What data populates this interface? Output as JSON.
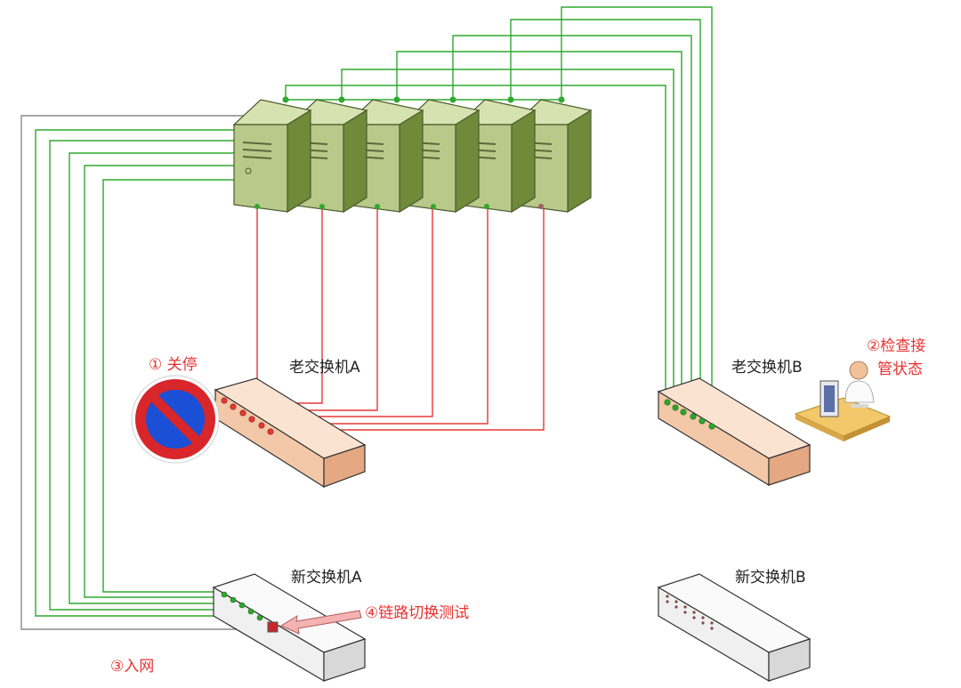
{
  "labels": {
    "old_switch_a": "老交换机A",
    "old_switch_b": "老交换机B",
    "new_switch_a": "新交换机A",
    "new_switch_b": "新交换机B"
  },
  "steps": {
    "step1": "① 关停",
    "step2_line1": "②检查接",
    "step2_line2": "管状态",
    "step3": "③入网",
    "step4": "④链路切换测试"
  },
  "colors": {
    "green_link": "#2ea82e",
    "red_link": "#e53935",
    "gray_link": "#8a8a8a",
    "server_face": "#b8c98a",
    "server_side": "#7f9a45",
    "old_switch": "#f3c8a8",
    "new_switch": "#f4f4f4",
    "step_text": "#e8322f"
  },
  "icons": {
    "no_parking": "no-parking-sign-icon",
    "admin": "person-at-computer-icon",
    "server": "server-tower-icon",
    "switch": "network-switch-icon"
  }
}
